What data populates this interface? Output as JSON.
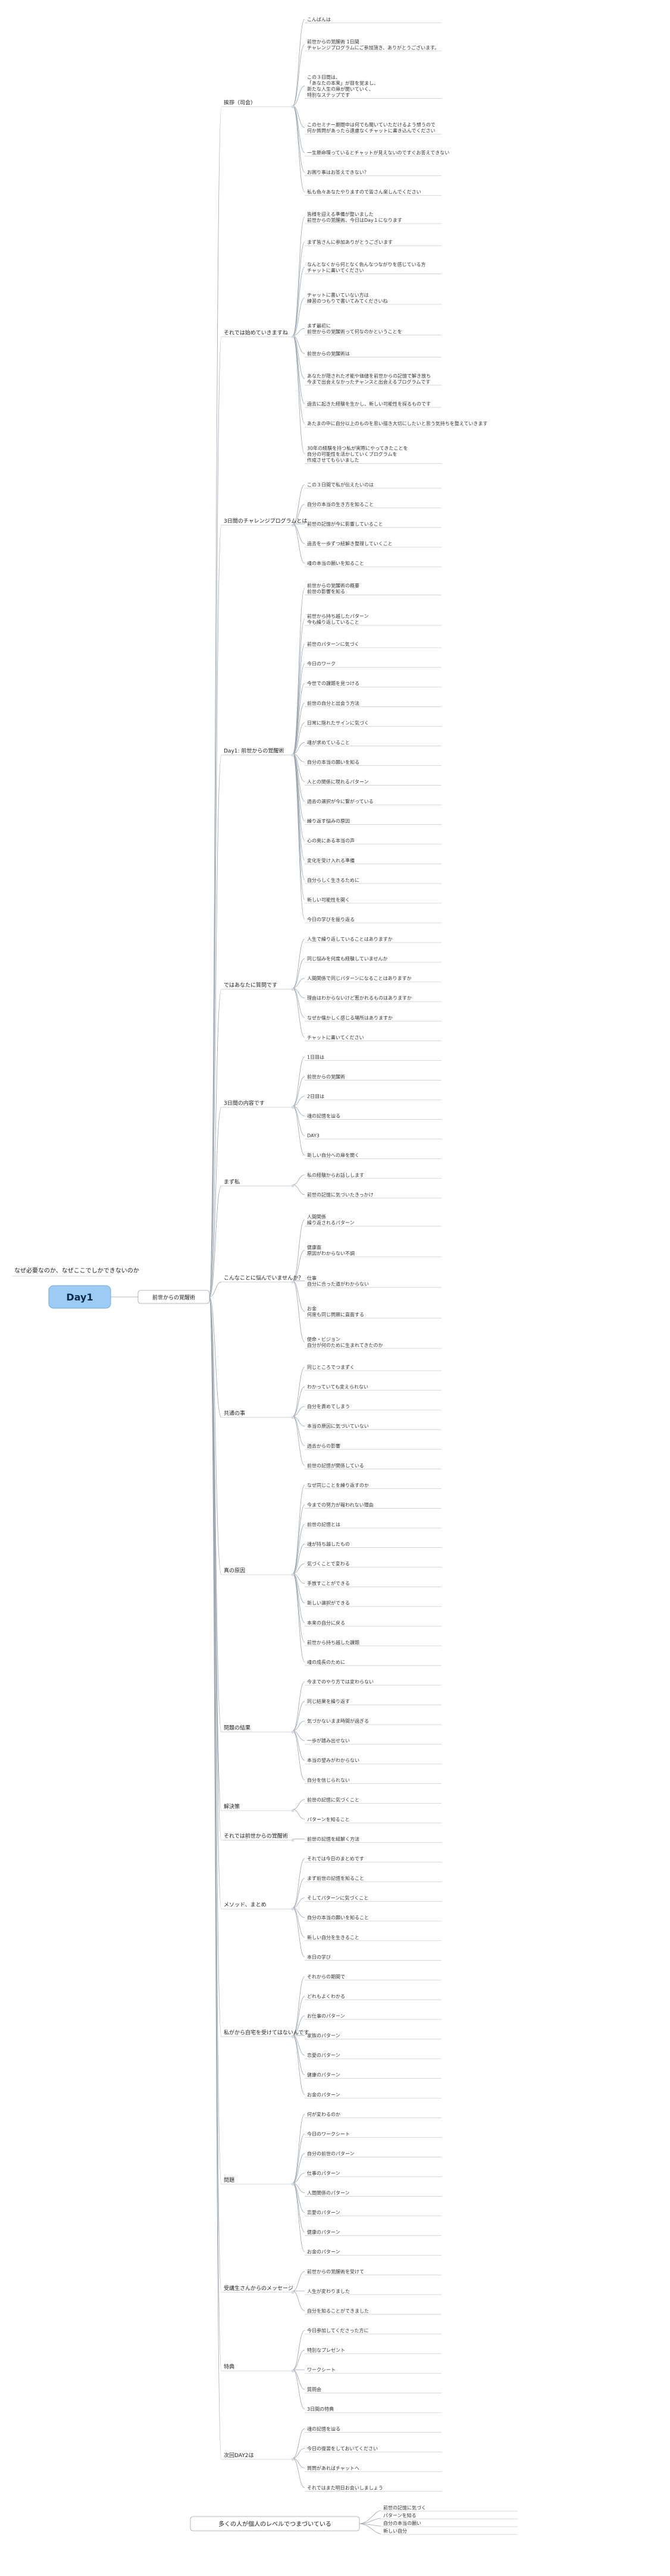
{
  "root": {
    "label": "Day1"
  },
  "main_branch": {
    "label": "前世からの覚醒術"
  },
  "side_topic_top": "なぜ必要なのか、なぜここでしかできないのか",
  "side_topic_bottom": "多くの人が個人のレベルでつまづいている",
  "branches": [
    {
      "label": "挨拶（司会）",
      "items": [
        "こんばんは",
        "前世からの覚醒術 1日間\nチャレンジプログラムにご参加頂き、ありがとうございます。",
        "この３日間は、\n「あなたの本来」が目を覚まし、\n新たな人生の扉が開いていく、\n特別なステップです",
        "このセミナー期間中は何でも聞いていただけるよう想うので\n何か質問があったら遠慮なくチャットに書き込んでください",
        "一生懸命喋っているとチャットが見えないのですぐお答えできない",
        "お困り事はお答えできない？",
        "私も色々あなたやりますので皆さん楽しんでください"
      ]
    },
    {
      "label": "それでは始めていきますね",
      "items": [
        "皆様を迎える準備が整いました\n前世からの覚醒術、今日はDay１になります",
        "まず皆さんに参加ありがとうございます",
        "なんとなくから何となく色んなつながりを感じている方\nチャットに書いてください",
        "チャットに書いていない方は\n練習のつもりで書いてみてくださいね",
        "まず最初に\n前世からの覚醒術って何なのかということを",
        "前世からの覚醒術は",
        "あなたが隠された才能や価値を前世からの記憶で解き放ち\n今まで出会えなかったチャンスと出会えるプログラムです",
        "過去に起きた経験を生かし、新しい可能性を探るものです",
        "あたまの中に自分以上のものを思い描き大切にしたいと思う気持ちを整えていきます",
        "30年の経験を持つ私が実際にやってきたことを\n自分の可能性を活かしていくプログラムを\n作成させてもらいました"
      ]
    },
    {
      "label": "3日間のチャレンジプログラムとは",
      "items": [
        "この３日間で私が伝えたいのは",
        "自分の本当の生き方を知ること",
        "前世の記憶が今に影響していること",
        "過去を一歩ずつ紐解き整理していくこと",
        "魂の本当の願いを知ること"
      ]
    },
    {
      "label": "Day1: 前世からの覚醒術",
      "items": [
        "前世からの覚醒術の概要\n前世の影響を知る",
        "前世から持ち越したパターン\n今も繰り返していること",
        "前世のパターンに気づく",
        "今日のワーク",
        "今世での課題を見つける",
        "前世の自分と出会う方法",
        "日常に隠れたサインに気づく",
        "魂が求めていること",
        "自分の本当の願いを知る",
        "人との関係に現れるパターン",
        "過去の選択が今に繋がっている",
        "繰り返す悩みの原因",
        "心の奥にある本当の声",
        "変化を受け入れる準備",
        "自分らしく生きるために",
        "新しい可能性を開く",
        "今日の学びを振り返る"
      ]
    },
    {
      "label": "ではあなたに質問です",
      "items": [
        "人生で繰り返していることはありますか",
        "同じ悩みを何度も経験していませんか",
        "人間関係で同じパターンになることはありますか",
        "理由はわからないけど惹かれるものはありますか",
        "なぜか懐かしく感じる場所はありますか",
        "チャットに書いてください"
      ]
    },
    {
      "label": "3日間の内容です",
      "items": [
        "1日目は",
        "前世からの覚醒術",
        "2日目は",
        "魂の記憶を辿る",
        "DAY3",
        "新しい自分への扉を開く"
      ]
    },
    {
      "label": "まず私",
      "items": [
        "私の経験からお話しします",
        "前世の記憶に気づいたきっかけ"
      ]
    },
    {
      "label": "こんなことに悩んでいませんか？",
      "items": [
        "人間関係\n繰り返されるパターン",
        "健康面\n原因がわからない不調",
        "仕事\n自分に合った道がわからない",
        "お金\n何度も同じ問題に直面する",
        "使命・ビジョン\n自分が何のために生まれてきたのか"
      ]
    },
    {
      "label": "共通の事",
      "items": [
        "同じところでつまずく",
        "わかっていても変えられない",
        "自分を責めてしまう",
        "本当の原因に気づいていない",
        "過去からの影響",
        "前世の記憶が関係している"
      ]
    },
    {
      "label": "真の原因",
      "items": [
        "なぜ同じことを繰り返すのか",
        "今までの努力が報われない理由",
        "前世の記憶とは",
        "魂が持ち越したもの",
        "気づくことで変わる",
        "手放すことができる",
        "新しい選択ができる",
        "本来の自分に戻る",
        "前世から持ち越した課題",
        "魂の成長のために"
      ]
    },
    {
      "label": "問題の結果",
      "items": [
        "今までのやり方では変わらない",
        "同じ結果を繰り返す",
        "気づかないまま時間が過ぎる",
        "一歩が踏み出せない",
        "本当の望みがわからない",
        "自分を信じられない"
      ]
    },
    {
      "label": "解決策",
      "items": [
        "前世の記憶に気づくこと",
        "パターンを知ること"
      ]
    },
    {
      "label": "それでは前世からの覚醒術",
      "items": [
        "前世の記憶を紐解く方法"
      ]
    },
    {
      "label": "メソッド、まとめ",
      "items": [
        "それでは今日のまとめです",
        "まず前世の記憶を知ること",
        "そしてパターンに気づくこと",
        "自分の本当の願いを知ること",
        "新しい自分を生きること",
        "本日の学び"
      ]
    },
    {
      "label": "私がから自宅を受けてはないんです",
      "items": [
        "それからの期間で",
        "どれもよくわかる",
        "お仕事のパターン",
        "家族のパターン",
        "恋愛のパターン",
        "健康のパターン",
        "お金のパターン"
      ]
    },
    {
      "label": "問題",
      "items": [
        "何が変わるのか",
        "今日のワークシート",
        "自分の前世のパターン",
        "仕事のパターン",
        "人間関係のパターン",
        "恋愛のパターン",
        "健康のパターン",
        "お金のパターン"
      ]
    },
    {
      "label": "受講生さんからのメッセージ",
      "items": [
        "前世からの覚醒術を受けて",
        "人生が変わりました",
        "自分を知ることができました"
      ]
    },
    {
      "label": "特典",
      "items": [
        "今日参加してくださった方に",
        "特別なプレゼント",
        "ワークシート",
        "質問会",
        "3日間の特典"
      ]
    },
    {
      "label": "次回DAY2は",
      "items": [
        "魂の記憶を辿る",
        "今日の復習をしておいてください",
        "質問があればチャットへ",
        "それではまた明日お会いしましょう"
      ]
    }
  ],
  "bottom_items": [
    "前世の記憶に気づく",
    "パターンを知る",
    "自分の本当の願い",
    "新しい自分"
  ]
}
